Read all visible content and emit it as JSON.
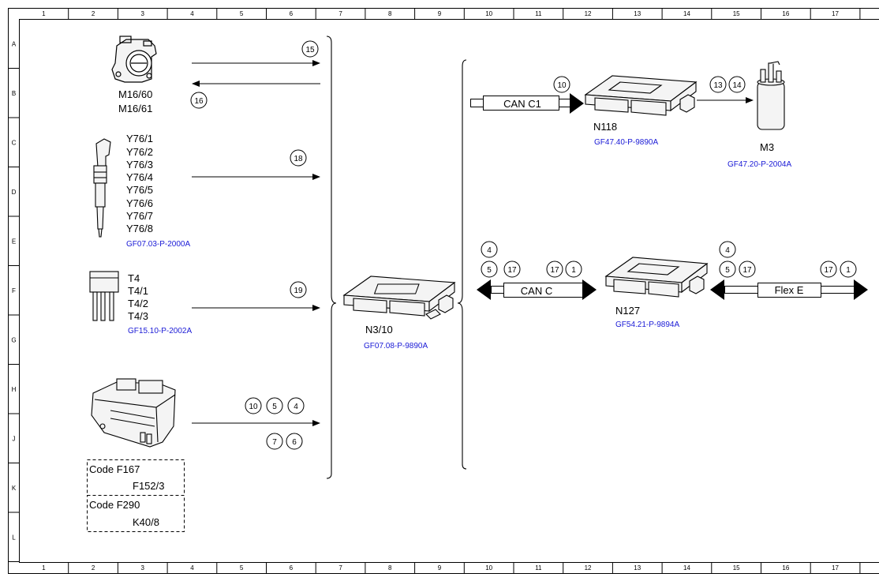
{
  "grid": {
    "columns": [
      "1",
      "2",
      "3",
      "4",
      "5",
      "6",
      "7",
      "8",
      "9",
      "10",
      "11",
      "12",
      "13",
      "14",
      "15",
      "16",
      "17"
    ],
    "rows": [
      "A",
      "B",
      "C",
      "D",
      "E",
      "F",
      "G",
      "H",
      "J",
      "K",
      "L"
    ]
  },
  "components": {
    "throttle": {
      "labels": [
        "M16/60",
        "M16/61"
      ]
    },
    "injectors": {
      "labels": [
        "Y76/1",
        "Y76/2",
        "Y76/3",
        "Y76/4",
        "Y76/5",
        "Y76/6",
        "Y76/7",
        "Y76/8"
      ],
      "ref": "GF07.03-P-2000A"
    },
    "glow": {
      "labels": [
        "T4",
        "T4/1",
        "T4/2",
        "T4/3"
      ],
      "ref": "GF15.10-P-2002A"
    },
    "module": {
      "codes": [
        {
          "code": "Code F167",
          "part": "F152/3"
        },
        {
          "code": "Code F290",
          "part": "K40/8"
        }
      ]
    },
    "n3": {
      "label": "N3/10",
      "ref": "GF07.08-P-9890A"
    },
    "n118": {
      "label": "N118",
      "ref": "GF47.40-P-9890A"
    },
    "m3": {
      "label": "M3",
      "ref": "GF47.20-P-2004A"
    },
    "n127": {
      "label": "N127",
      "ref": "GF54.21-P-9894A"
    }
  },
  "buses": {
    "can_c1": "CAN C1",
    "can_c": "CAN C",
    "flex_e": "Flex E"
  },
  "signals": {
    "throttle_out": [
      "15"
    ],
    "throttle_in": [
      "16"
    ],
    "injectors": [
      "18"
    ],
    "glow": [
      "19"
    ],
    "module_top": [
      "10",
      "5",
      "4"
    ],
    "module_bottom": [
      "7",
      "6"
    ],
    "can_c1_in": [
      "10"
    ],
    "n118_to_m3": [
      "13",
      "14"
    ],
    "can_c_left_top": [
      "4"
    ],
    "can_c_left": [
      "5",
      "17"
    ],
    "can_c_right": [
      "17",
      "1"
    ],
    "flex_left_top": [
      "4"
    ],
    "flex_left": [
      "5",
      "17"
    ],
    "flex_right": [
      "17",
      "1"
    ]
  }
}
